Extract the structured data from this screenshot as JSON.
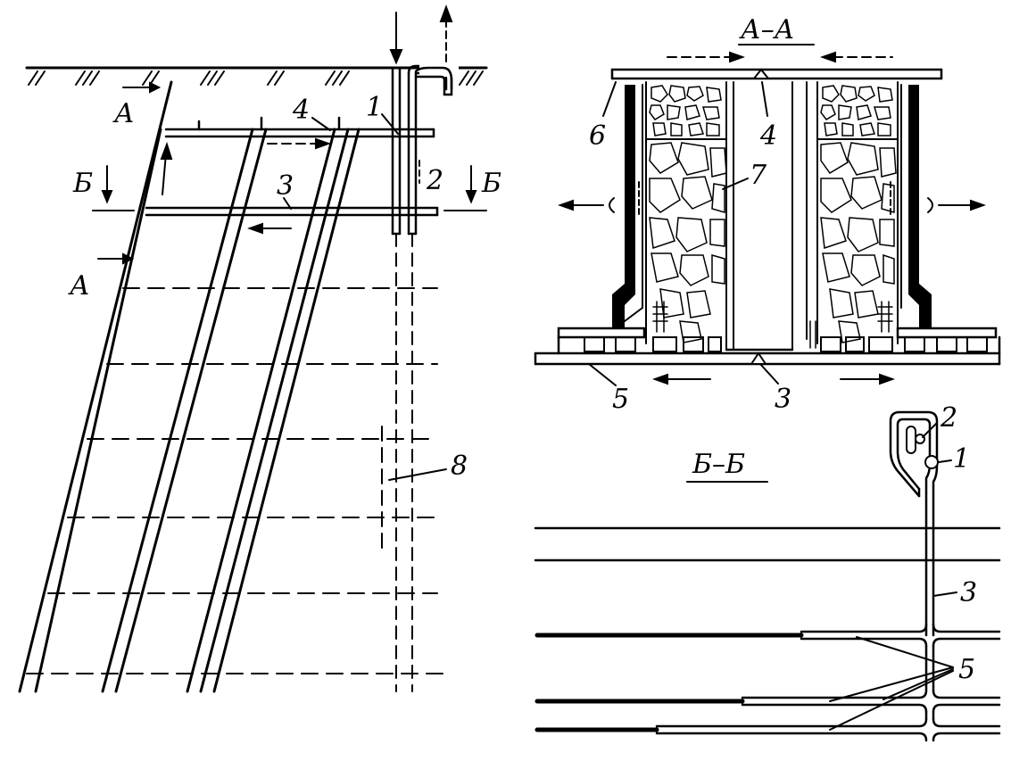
{
  "figure": {
    "sections": {
      "plan": "Vertical section of inclined ore body with ventilation raises and levels",
      "section_aa": {
        "title": "А–А"
      },
      "section_bb": {
        "title": "Б–Б"
      }
    },
    "labels": {
      "a_top": "А",
      "a_bottom": "А",
      "b_left": "Б",
      "b_right": "Б",
      "n1": "1",
      "n2": "2",
      "n3": "3",
      "n4": "4",
      "n8": "8",
      "aa_n4": "4",
      "aa_n6": "6",
      "aa_n7": "7",
      "aa_n5": "5",
      "aa_n3": "3",
      "bb_n1": "1",
      "bb_n2": "2",
      "bb_n3": "3",
      "bb_n5": "5"
    },
    "colors": {
      "ink": "#000000",
      "paper": "#ffffff"
    }
  }
}
